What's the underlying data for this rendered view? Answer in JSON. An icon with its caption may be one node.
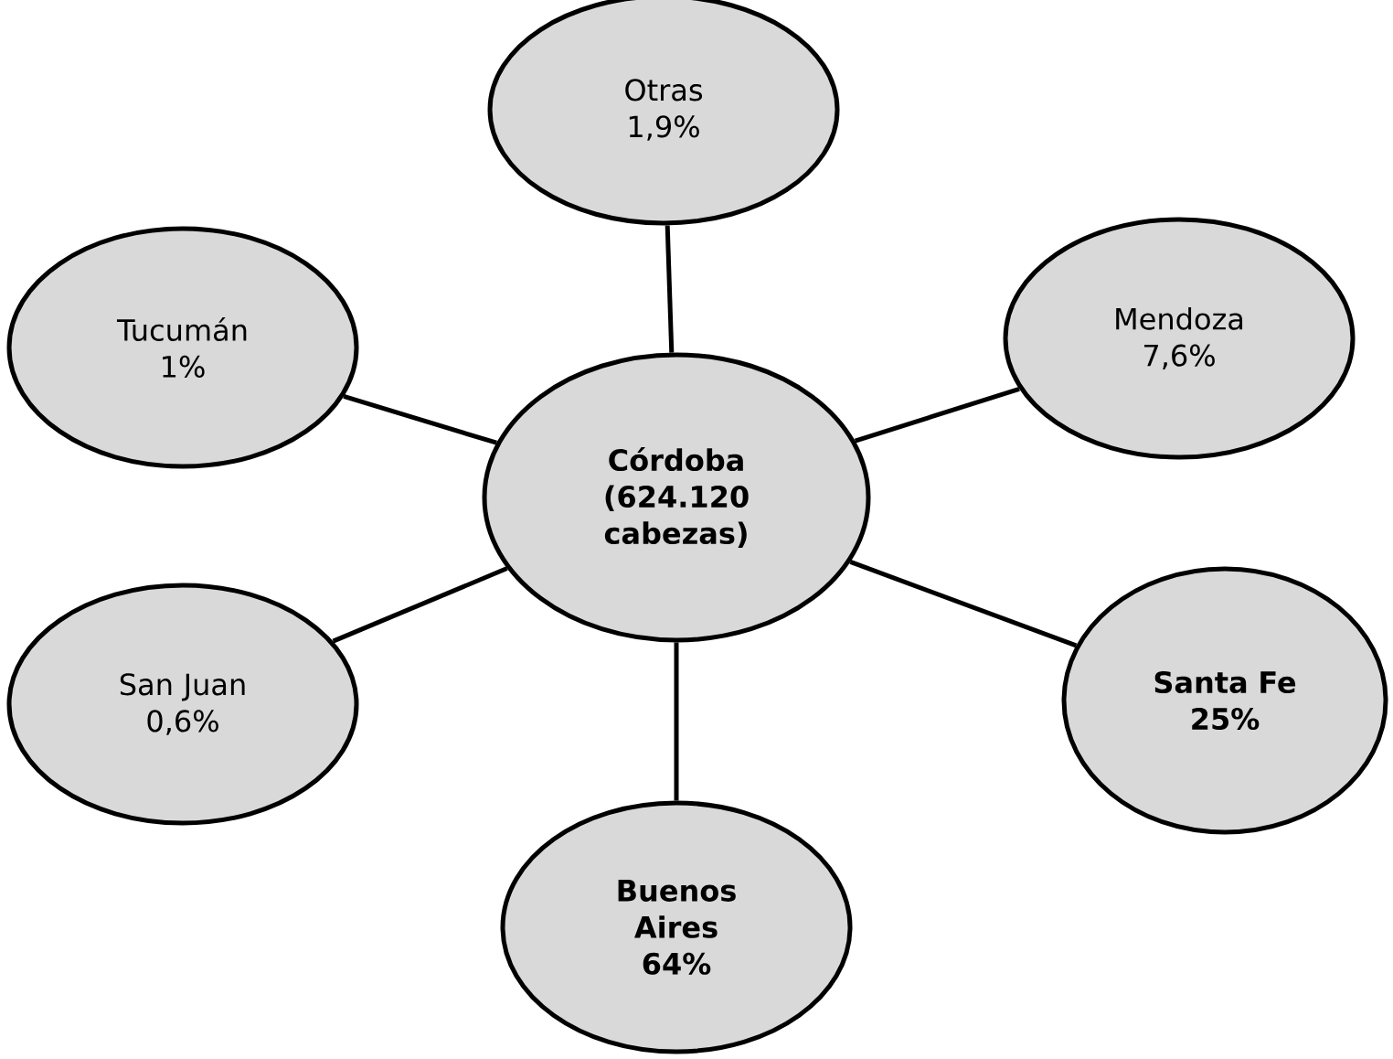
{
  "diagram": {
    "nodes": [
      {
        "text": [
          "Otras",
          "1,9%"
        ]
      },
      {
        "text": [
          "Tucumán",
          "1%"
        ]
      },
      {
        "text": [
          "Mendoza",
          "7,6%"
        ]
      },
      {
        "text": [
          "Córdoba (624.120 cabezas)"
        ]
      },
      {
        "text": [
          "Santa Fe",
          "25%"
        ]
      },
      {
        "text": [
          "San Juan",
          "0,6%"
        ]
      },
      {
        "text": [
          "Buenos Aires",
          "64%"
        ]
      }
    ],
    "edges": [
      {
        "from": 3,
        "to": 0,
        "arrow": "none"
      },
      {
        "from": 3,
        "to": 1,
        "arrow": "none"
      },
      {
        "from": 3,
        "to": 2,
        "arrow": "none"
      },
      {
        "from": 3,
        "to": 4,
        "arrow": "none"
      },
      {
        "from": 3,
        "to": 5,
        "arrow": "none"
      },
      {
        "from": 3,
        "to": 6,
        "arrow": "none"
      }
    ]
  }
}
